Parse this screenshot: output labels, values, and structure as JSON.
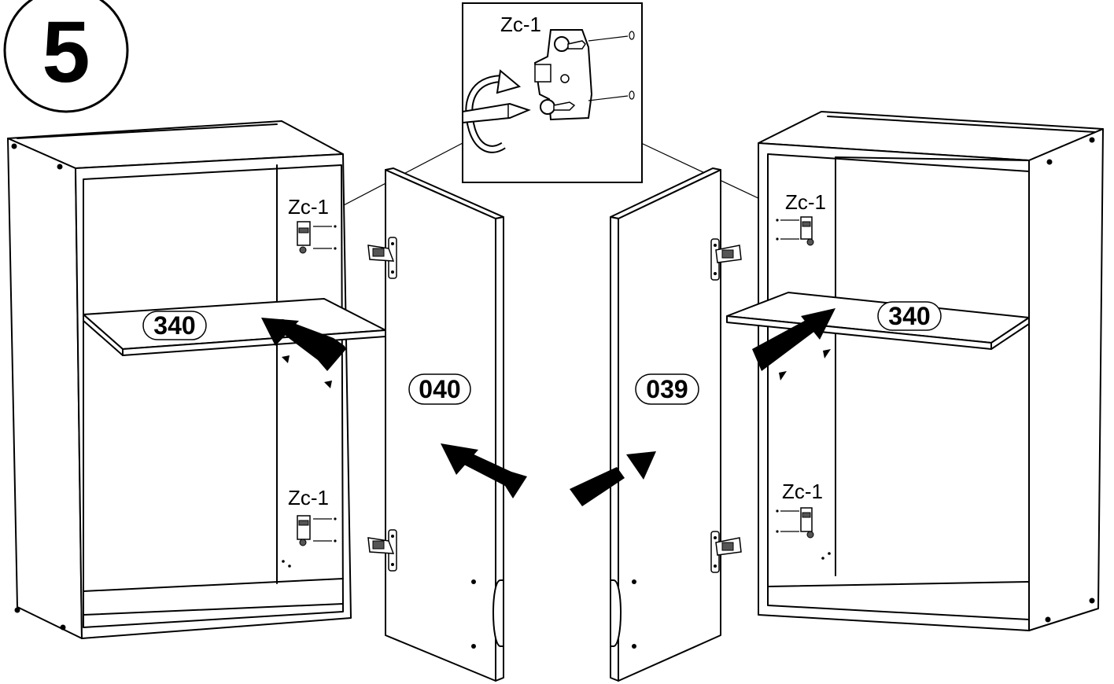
{
  "step": {
    "number": "5"
  },
  "detail": {
    "label": "Zc-1"
  },
  "left_cabinet": {
    "hardware_label_top": "Zc-1",
    "hardware_label_bottom": "Zc-1",
    "shelf_part": "340"
  },
  "left_door": {
    "part": "040"
  },
  "right_door": {
    "part": "039"
  },
  "right_cabinet": {
    "hardware_label_top": "Zc-1",
    "hardware_label_bottom": "Zc-1",
    "shelf_part": "340"
  }
}
